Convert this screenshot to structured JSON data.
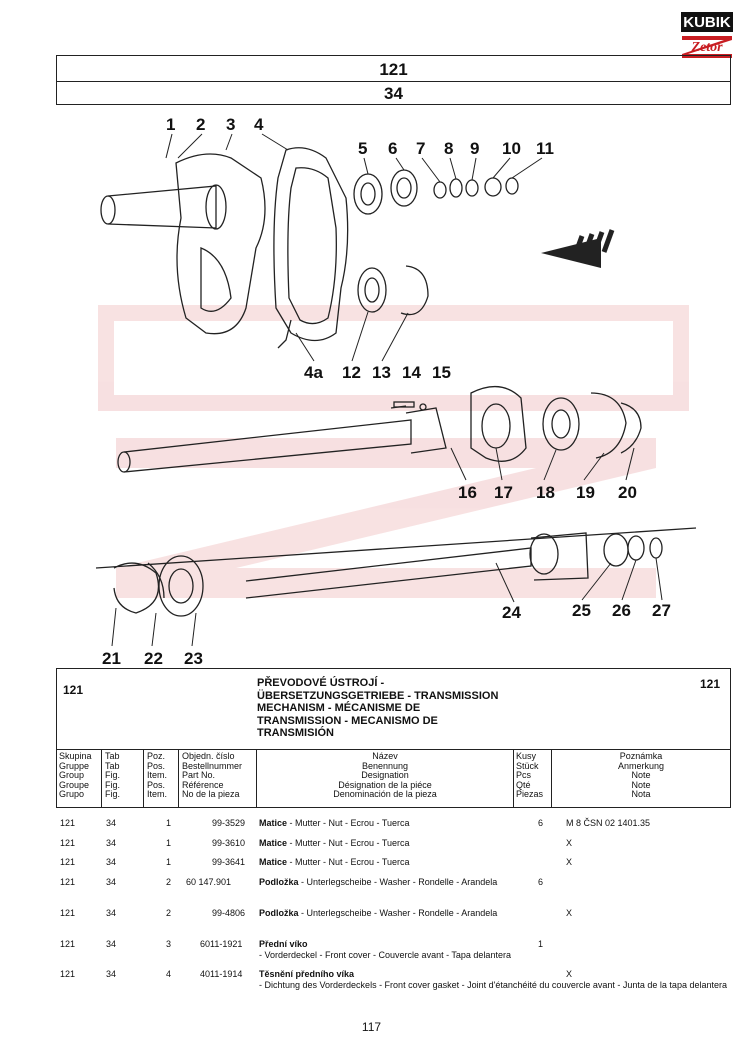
{
  "header": {
    "group": "121",
    "figure": "34"
  },
  "logo": {
    "line1": "KUBIK",
    "line2": "Zetor"
  },
  "diagram": {
    "callouts": [
      "1",
      "2",
      "3",
      "4",
      "5",
      "6",
      "7",
      "8",
      "9",
      "10",
      "11",
      "4a",
      "12",
      "13",
      "14",
      "15",
      "16",
      "17",
      "18",
      "19",
      "20",
      "21",
      "22",
      "23",
      "24",
      "25",
      "26",
      "27"
    ]
  },
  "title_block": {
    "group_left": "121",
    "group_right": "121",
    "lines": [
      "PŘEVODOVÉ ÚSTROJÍ -",
      "ÜBERSETZUNGSGETRIEBE - TRANSMISSION",
      "MECHANISM - MÉCANISME DE",
      "TRANSMISSION - MECANISMO DE",
      "TRANSMISIÓN"
    ]
  },
  "columns": {
    "group": [
      "Skupina",
      "Gruppe",
      "Group",
      "Groupe",
      "Grupo"
    ],
    "tab": [
      "Tab",
      "Tab",
      "Fig.",
      "Fig.",
      "Fig."
    ],
    "pos": [
      "Poz.",
      "Pos.",
      "Item.",
      "Pos.",
      "Item."
    ],
    "part": [
      "Objedn. číslo",
      "Bestellnummer",
      "Part No.",
      "Référence",
      "No de la pieza"
    ],
    "name": [
      "Název",
      "Benennung",
      "Designation",
      "Désignation de la piéce",
      "Denominación de la pieza"
    ],
    "qty": [
      "Kusy",
      "Stück",
      "Pcs",
      "Qté",
      "Piezas"
    ],
    "note": [
      "Poznámka",
      "Anmerkung",
      "Note",
      "Note",
      "Nota"
    ]
  },
  "rows": [
    {
      "group": "121",
      "tab": "34",
      "pos": "1",
      "part": "99-3529",
      "name_bold": "Matice",
      "name_rest": " - Mutter - Nut - Ecrou - Tuerca",
      "qty": "6",
      "note": "M 8 ČSN 02 1401.35"
    },
    {
      "group": "121",
      "tab": "34",
      "pos": "1",
      "part": "99-3610",
      "name_bold": "Matice",
      "name_rest": " - Mutter - Nut - Ecrou - Tuerca",
      "qty": "",
      "note": "X"
    },
    {
      "group": "121",
      "tab": "34",
      "pos": "1",
      "part": "99-3641",
      "name_bold": "Matice",
      "name_rest": " - Mutter - Nut - Ecrou - Tuerca",
      "qty": "",
      "note": "X"
    },
    {
      "group": "121",
      "tab": "34",
      "pos": "2",
      "part": "60 147.901",
      "name_bold": "Podložka",
      "name_rest": " - Unterlegscheibe - Washer - Rondelle - Arandela",
      "qty": "6",
      "note": ""
    },
    {
      "group": "121",
      "tab": "34",
      "pos": "2",
      "part": "99-4806",
      "name_bold": "Podložka",
      "name_rest": " - Unterlegscheibe - Washer - Rondelle - Arandela",
      "qty": "",
      "note": "X"
    },
    {
      "group": "121",
      "tab": "34",
      "pos": "3",
      "part": "6011-1921",
      "name_bold": "Přední víko",
      "name_rest": " - Vorderdeckel - Front cover - Couvercle avant - Tapa delantera",
      "qty": "1",
      "note": ""
    },
    {
      "group": "121",
      "tab": "34",
      "pos": "4",
      "part": "4011-1914",
      "name_bold": "Těsnění předního víka",
      "name_rest": " - Dichtung des Vorderdeckels - Front cover gasket - Joint d'étanchéité du couvercle avant - Junta de la tapa delantera",
      "qty": "",
      "note": "X"
    }
  ],
  "page_number": "117"
}
